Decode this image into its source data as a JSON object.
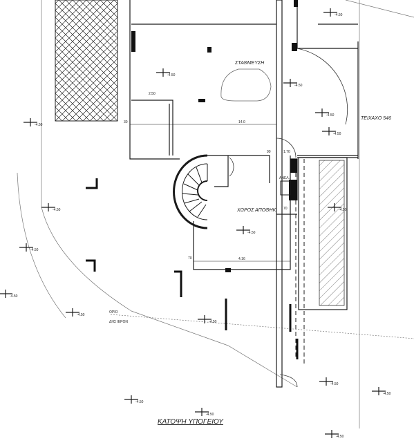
{
  "drawing": {
    "title": "ΚΑΤΟΨΗ ΥΠΟΓΕΙΟΥ",
    "parking_label": "ΣΤΑΘΜΕΥΣΗ",
    "storage_label": "ΧΩΡΟΣ ΑΠΟΘΗΚ.",
    "lift_label": "ΑΝΕΛ.",
    "plot_wall_label": "ΤΕΙΧΑΧΟ 546",
    "boundary_label": "ΟΡΙΟ",
    "neighbour_label": "ΔΗΣ ΙΕΡΟΝ"
  },
  "dimensions": {
    "parking_width": "14.0",
    "parking_left": "30",
    "storage_width": "4.16",
    "shaft_width": "2.50",
    "storage_side": "70",
    "door_left": "90",
    "door_right": "1.70",
    "storage_left": "70"
  },
  "levels": [
    {
      "id": "l1",
      "text": "-4.50"
    },
    {
      "id": "l2",
      "text": "-4.50"
    },
    {
      "id": "l3",
      "text": "-4.50"
    },
    {
      "id": "l4",
      "text": "-4.50"
    },
    {
      "id": "l5",
      "text": "-4.50"
    },
    {
      "id": "l6",
      "text": "-4.50"
    },
    {
      "id": "l7",
      "text": "-4.50"
    },
    {
      "id": "l8",
      "text": "-4.50"
    },
    {
      "id": "l9",
      "text": "-4.50"
    },
    {
      "id": "l10",
      "text": "-4.50"
    },
    {
      "id": "l11",
      "text": "-4.50"
    },
    {
      "id": "l12",
      "text": "-4.50"
    },
    {
      "id": "l13",
      "text": "-4.50"
    },
    {
      "id": "l14",
      "text": "-4.50"
    },
    {
      "id": "l15",
      "text": "-4.50"
    },
    {
      "id": "l16",
      "text": "-4.50"
    },
    {
      "id": "l17",
      "text": "-4.50"
    },
    {
      "id": "l18",
      "text": "-4.50"
    }
  ],
  "colors": {
    "line": "#1a1a1a",
    "light": "#777777",
    "fill": "#111111"
  }
}
